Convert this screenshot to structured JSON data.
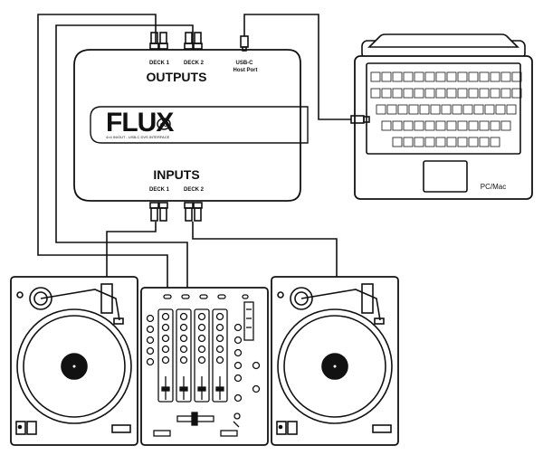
{
  "interface": {
    "brand": "FLUX",
    "brand_suffix": "co",
    "tagline": "4×4 IN/OUT - USB-C DVS INTERFACE",
    "outputs_label": "OUTPUTS",
    "inputs_label": "INPUTS",
    "out_deck1": "DECK 1",
    "out_deck2": "DECK 2",
    "in_deck1": "DECK 1",
    "in_deck2": "DECK 2",
    "usb_label_1": "USB-C",
    "usb_label_2": "Host Port"
  },
  "laptop": {
    "label": "PC/Mac"
  },
  "colors": {
    "line": "#111111",
    "background": "#ffffff"
  }
}
